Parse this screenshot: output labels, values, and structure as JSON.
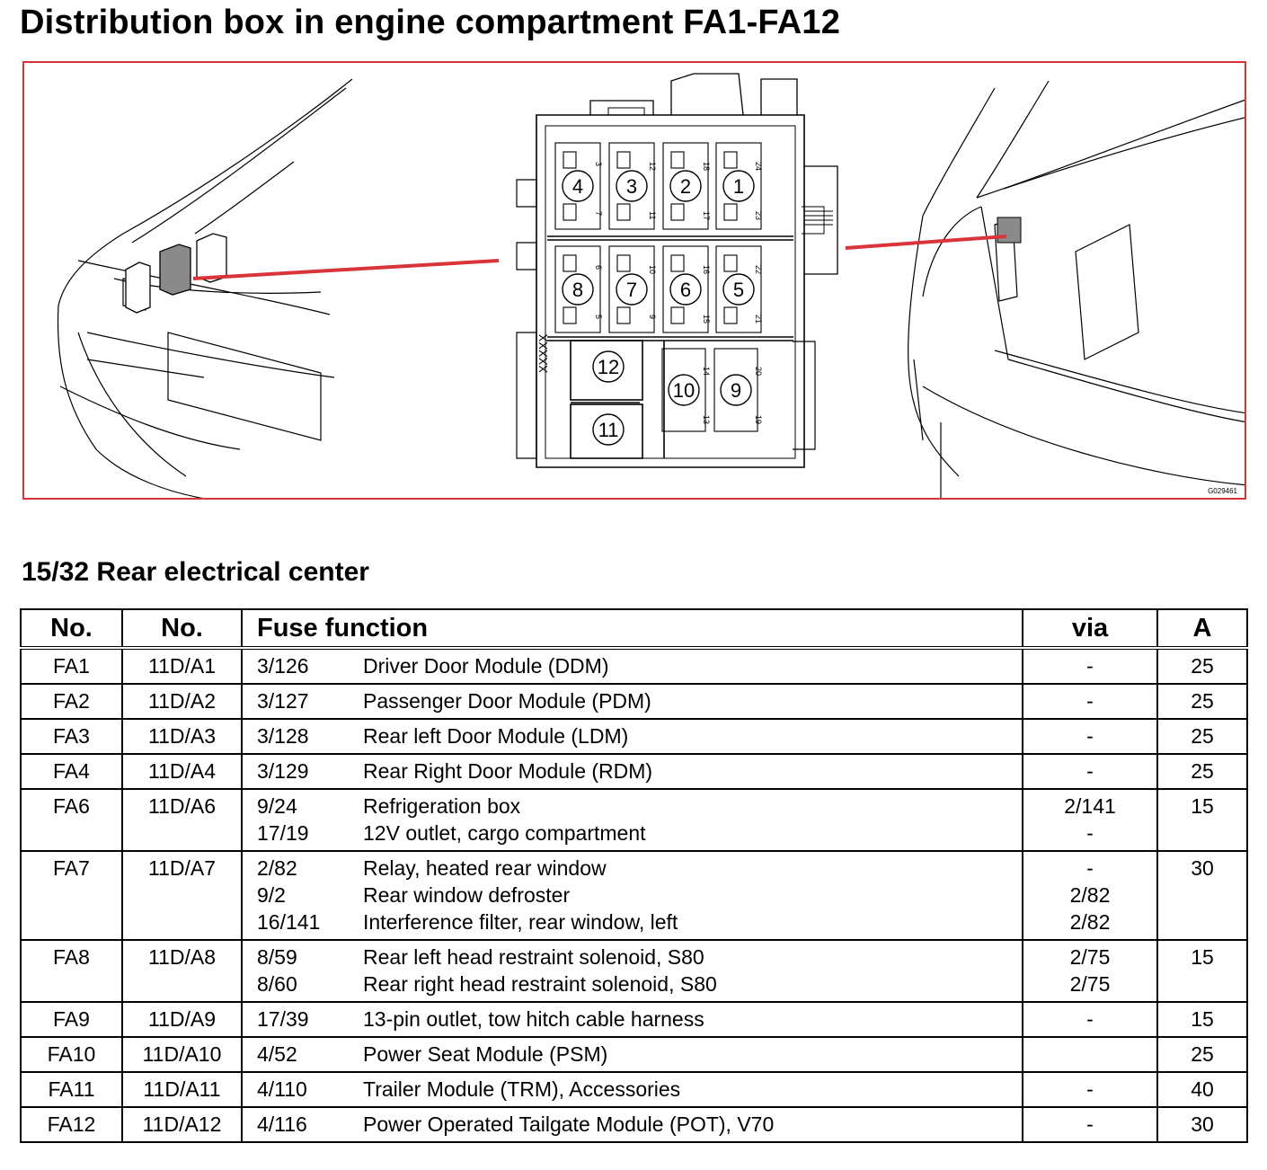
{
  "title": "Distribution box in engine compartment FA1-FA12",
  "figure": {
    "code": "G029461",
    "fuse_positions": [
      "1",
      "2",
      "3",
      "4",
      "5",
      "6",
      "7",
      "8",
      "9",
      "10",
      "11",
      "12"
    ],
    "small_labels": [
      "3",
      "12",
      "18",
      "24",
      "7",
      "11",
      "17",
      "23",
      "6",
      "10",
      "16",
      "22",
      "5",
      "9",
      "15",
      "21",
      "14",
      "20",
      "13",
      "19"
    ],
    "marking": "XXXXX",
    "frame_color": "#d8343a",
    "pointer_color": "#d8343a"
  },
  "subtitle": "15/32 Rear electrical center",
  "table": {
    "headers": [
      "No.",
      "No.",
      "Fuse function",
      "via",
      "A"
    ],
    "rows": [
      {
        "no": "FA1",
        "no2": "11D/A1",
        "functions": [
          {
            "code": "3/126",
            "desc": "Driver Door Module (DDM)"
          }
        ],
        "via": [
          "-"
        ],
        "amp": "25"
      },
      {
        "no": "FA2",
        "no2": "11D/A2",
        "functions": [
          {
            "code": "3/127",
            "desc": "Passenger Door Module (PDM)"
          }
        ],
        "via": [
          "-"
        ],
        "amp": "25"
      },
      {
        "no": "FA3",
        "no2": "11D/A3",
        "functions": [
          {
            "code": "3/128",
            "desc": "Rear left Door Module (LDM)"
          }
        ],
        "via": [
          "-"
        ],
        "amp": "25"
      },
      {
        "no": "FA4",
        "no2": "11D/A4",
        "functions": [
          {
            "code": "3/129",
            "desc": "Rear Right Door Module (RDM)"
          }
        ],
        "via": [
          "-"
        ],
        "amp": "25"
      },
      {
        "no": "FA6",
        "no2": "11D/A6",
        "functions": [
          {
            "code": "9/24",
            "desc": "Refrigeration box"
          },
          {
            "code": "17/19",
            "desc": "12V outlet, cargo compartment"
          }
        ],
        "via": [
          "2/141",
          "-"
        ],
        "amp": "15"
      },
      {
        "no": "FA7",
        "no2": "11D/A7",
        "functions": [
          {
            "code": "2/82",
            "desc": "Relay, heated rear window"
          },
          {
            "code": "9/2",
            "desc": "Rear window defroster"
          },
          {
            "code": "16/141",
            "desc": "Interference filter, rear window, left"
          }
        ],
        "via": [
          "-",
          "2/82",
          "2/82"
        ],
        "amp": "30"
      },
      {
        "no": "FA8",
        "no2": "11D/A8",
        "functions": [
          {
            "code": "8/59",
            "desc": "Rear left head restraint solenoid, S80"
          },
          {
            "code": "8/60",
            "desc": "Rear right head restraint solenoid, S80"
          }
        ],
        "via": [
          "2/75",
          "2/75"
        ],
        "amp": "15"
      },
      {
        "no": "FA9",
        "no2": "11D/A9",
        "functions": [
          {
            "code": "17/39",
            "desc": "13-pin outlet, tow hitch cable harness"
          }
        ],
        "via": [
          "-"
        ],
        "amp": "15"
      },
      {
        "no": "FA10",
        "no2": "11D/A10",
        "functions": [
          {
            "code": "4/52",
            "desc": "Power Seat Module (PSM)"
          }
        ],
        "via": [
          ""
        ],
        "amp": "25"
      },
      {
        "no": "FA11",
        "no2": "11D/A11",
        "functions": [
          {
            "code": "4/110",
            "desc": "Trailer Module (TRM), Accessories"
          }
        ],
        "via": [
          "-"
        ],
        "amp": "40"
      },
      {
        "no": "FA12",
        "no2": "11D/A12",
        "functions": [
          {
            "code": "4/116",
            "desc": "Power Operated Tailgate Module (POT), V70"
          }
        ],
        "via": [
          "-"
        ],
        "amp": "30"
      }
    ]
  }
}
